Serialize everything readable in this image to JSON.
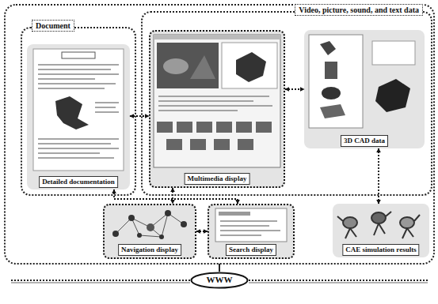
{
  "diagram": {
    "nodes": [
      {
        "text": [
          "Video, picture, sound, and text data"
        ]
      },
      {
        "text": [
          "Document"
        ]
      },
      {
        "text": [
          "Detailed documentation"
        ],
        "in": 1
      },
      {
        "text": [
          "Multimedia display"
        ],
        "in": 0
      },
      {
        "text": [
          "3D CAD data"
        ],
        "in": 0
      },
      {
        "text": [
          "CAE simulation results"
        ]
      },
      {
        "text": [
          "Navigation display"
        ]
      },
      {
        "text": [
          "Search display"
        ]
      },
      {
        "text": [
          "WWW"
        ]
      }
    ],
    "edges": [
      {
        "from": 2,
        "to": 3,
        "arrow": "both"
      },
      {
        "from": 3,
        "to": 4,
        "arrow": "both"
      },
      {
        "from": 4,
        "to": 5,
        "arrow": "both"
      },
      {
        "from": 3,
        "to": 6,
        "arrow": "both"
      },
      {
        "from": 2,
        "to": 7,
        "arrow": "both"
      },
      {
        "from": 6,
        "to": 7,
        "arrow": "both"
      }
    ]
  }
}
